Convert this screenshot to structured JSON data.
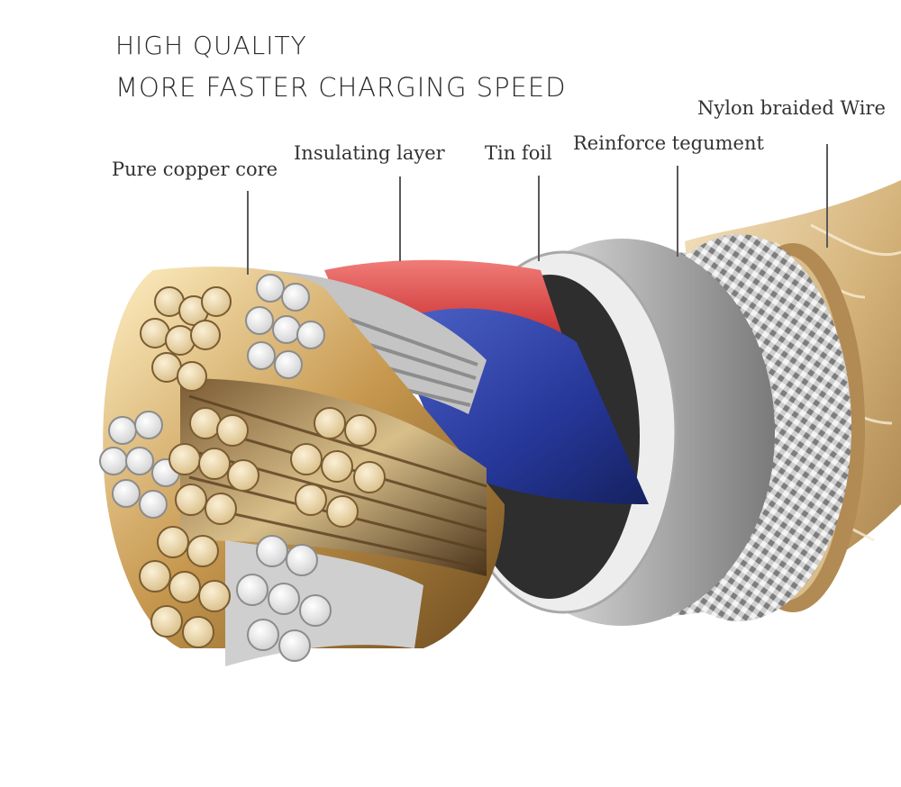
{
  "headline": {
    "line1": "HIGH QUALITY",
    "line2": "MORE FASTER CHARGING SPEED"
  },
  "labels": {
    "copper_core": "Pure copper core",
    "insulating_layer": "Insulating layer",
    "tin_foil": "Tin foil",
    "reinforce_tegument": "Reinforce tegument",
    "nylon_braided_wire": "Nylon braided Wire"
  },
  "colors": {
    "background": "#ffffff",
    "text": "#333333",
    "copper": "#e8d4a8",
    "silver": "#f2f2f2",
    "red_insulation": "#d84a4a",
    "blue_insulation": "#2c3d9a",
    "gold_sheath": "#c9a25c",
    "braid": "#9a9a9a",
    "nylon_jacket": "#e6c99a"
  }
}
